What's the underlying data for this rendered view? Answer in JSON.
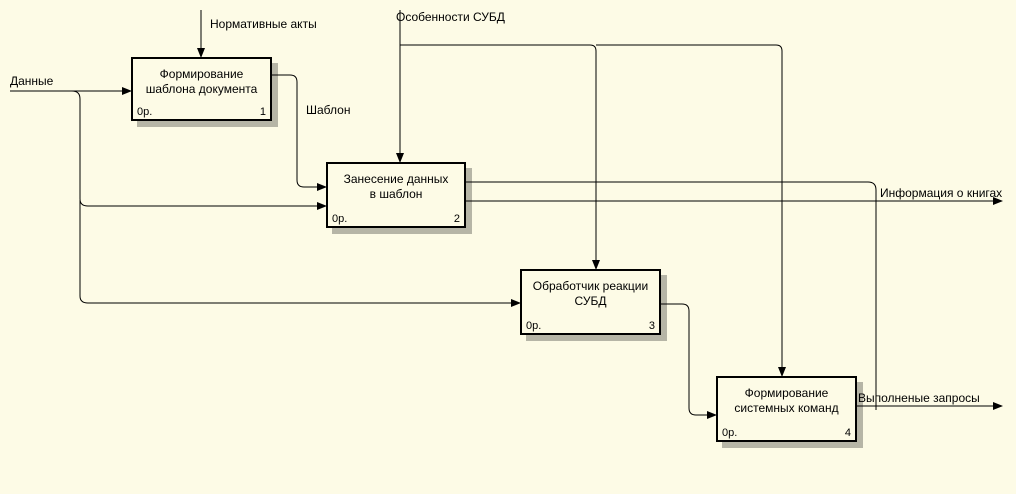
{
  "diagram": {
    "boxes": [
      {
        "title": "Формирование\nшаблона документа",
        "cost": "0р.",
        "number": "1"
      },
      {
        "title": "Занесение данных\nв шаблон",
        "cost": "0р.",
        "number": "2"
      },
      {
        "title": "Обработчик реакции\nСУБД",
        "cost": "0р.",
        "number": "3"
      },
      {
        "title": "Формирование\nсистемных команд",
        "cost": "0р.",
        "number": "4"
      }
    ],
    "arrows": {
      "normative_acts": "Нормативные акты",
      "dbms_features": "Особенности СУБД",
      "data": "Данные",
      "template": "Шаблон",
      "book_info": "Информация о книгах",
      "executed_queries": "Выполненые запросы"
    }
  }
}
